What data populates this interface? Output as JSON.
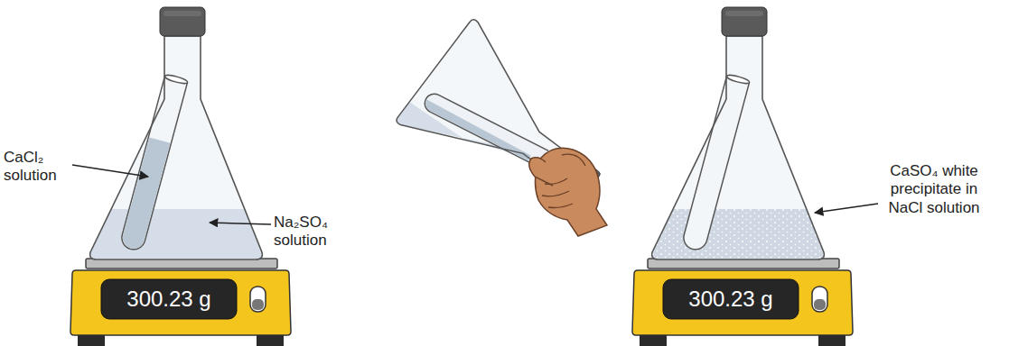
{
  "diagram": {
    "labels": [
      "CaCl₂ solution",
      "Na₂SO₄ solution",
      "300.23 g",
      "300.23 g",
      "CaSO₄ white precipitate in NaCl solution"
    ]
  }
}
